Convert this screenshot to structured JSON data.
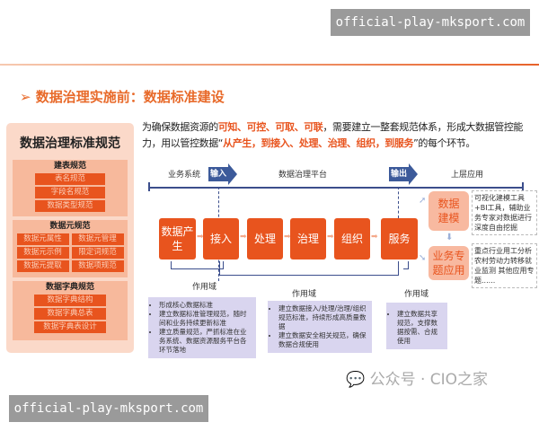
{
  "watermarks": {
    "top": "official-play-mksport.com",
    "bottom": "official-play-mksport.com",
    "wechat": "公众号 · CIO之家"
  },
  "title": "数据治理实施前：数据标准建设",
  "panel": {
    "title": "数据治理标准规范",
    "groups": [
      {
        "heading": "建表规范",
        "items": [
          "表名规范",
          "字段名规范",
          "数据类型规范"
        ]
      },
      {
        "heading": "数据元规范",
        "items": [
          "数据元属性",
          "数据元管理",
          "数据元示例",
          "限定词规范",
          "数据元提取",
          "数据项规范"
        ]
      },
      {
        "heading": "数据字典规范",
        "items": [
          "数据字典结构",
          "数据字典总表",
          "数据字典表设计"
        ]
      }
    ]
  },
  "intro": {
    "p1": "为确保数据资源的",
    "h1": "可知、可控、可取、可联",
    "p2": "，需要建立一整套规范体系，形成大数据管控能力，用以管控数据“",
    "h2": "从产生，到接入、处理、治理、组织，到服务",
    "p3": "”的每个环节。"
  },
  "timeline": {
    "source": "业务系统",
    "input": "输入",
    "platform": "数据治理平台",
    "output": "输出",
    "upper": "上层应用"
  },
  "steps": [
    "数据产生",
    "接入",
    "处理",
    "治理",
    "组织",
    "服务"
  ],
  "apps": [
    {
      "label": "数据建模",
      "desc": "可视化建模工具+BI工具，辅助业务专家对数据进行深度自由挖掘"
    },
    {
      "label": "业务专题应用",
      "desc": "重点行业用工分析 农村劳动力转移就业监测 其他应用专题......"
    }
  ],
  "scopes": [
    {
      "label": "作用域",
      "items": [
        "形成核心数据标准",
        "建立数据标准管理规范，随时间和业务持续更新标准",
        "建立质量规范，严抓标准在业务系统、数据资源服务平台各环节落地"
      ]
    },
    {
      "label": "作用域",
      "items": [
        "建立数据接入/处理/治理/组织规范标准，持续形成高质量数据",
        "建立数据安全相关规范，确保数据合规使用"
      ]
    },
    {
      "label": "作用域",
      "items": [
        "建立数据共享规范，支撑数据按需、合规使用"
      ]
    }
  ],
  "colors": {
    "accent": "#e8541e",
    "navy": "#3c5a9a",
    "scope_bg": "#d9d5ef"
  }
}
